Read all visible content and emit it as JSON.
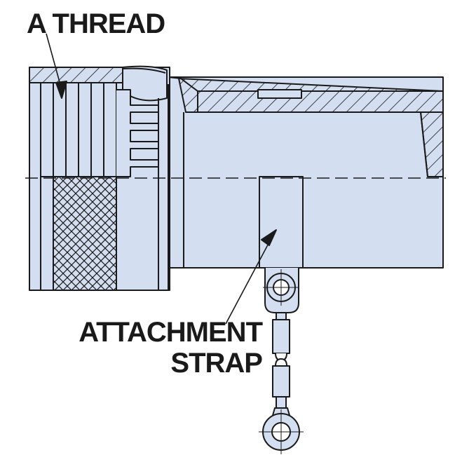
{
  "labels": {
    "thread": "A THREAD",
    "attachment_line1": "ATTACHMENT",
    "attachment_line2": "STRAP"
  },
  "colors": {
    "fill": "#d3def0",
    "outline": "#1a1a1a",
    "background": "#ffffff"
  }
}
